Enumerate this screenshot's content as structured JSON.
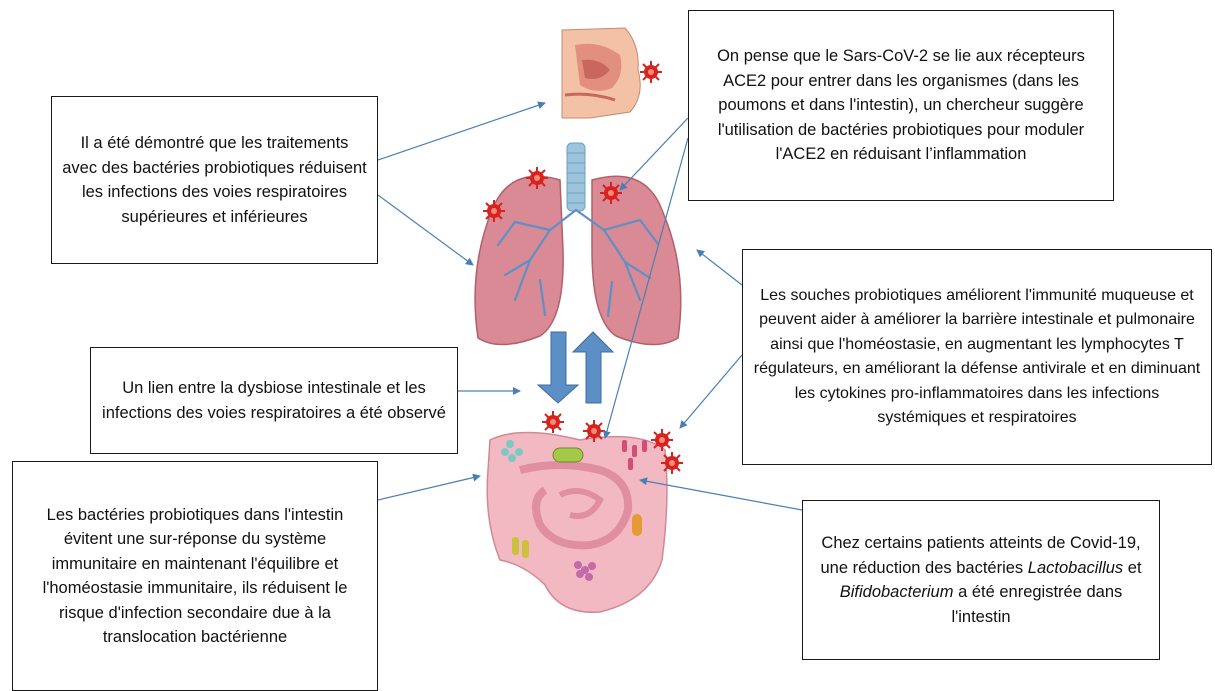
{
  "boxes": {
    "probiotic_infections": "Il a été démontré que les traitements avec des bactéries probiotiques réduisent les infections des voies respiratoires supérieures et inférieures",
    "ace2": "On pense que le Sars-CoV-2 se lie aux récepteurs ACE2 pour entrer dans les organismes (dans les poumons et dans l'intestin), un chercheur suggère l'utilisation de bactéries probiotiques pour moduler l'ACE2 en réduisant l’inflammation",
    "immunity": "Les souches probiotiques améliorent l'immunité muqueuse et peuvent aider à améliorer la barrière intestinale et pulmonaire ainsi que l'homéostasie, en augmentant les lymphocytes T régulateurs, en améliorant la défense antivirale et en diminuant les cytokines pro-inflammatoires dans les infections systémiques et respiratoires",
    "dysbiosis": "Un lien entre la dysbiose intestinale et les infections des voies respiratoires a été observé",
    "intestine_balance": "Les bactéries probiotiques dans l'intestin évitent une sur-réponse du système immunitaire en maintenant l'équilibre et l'homéostasie immunitaire, ils réduisent le risque d'infection secondaire due à la translocation bactérienne",
    "covid_reduction": {
      "before": "Chez certains patients atteints de Covid-19, une réduction des bactéries",
      "genus1": "Lactobacillus",
      "and": "et",
      "genus2": "Bifidobacterium",
      "after": "a été enregistrée dans l'intestin"
    }
  },
  "colors": {
    "arrow": "#4a7fb5",
    "virus": "#d6231f",
    "lung": "#d98a94",
    "trachea": "#9cc4dc",
    "intestine": "#f2b9c3",
    "big_arrow": "#5b8fc6"
  }
}
